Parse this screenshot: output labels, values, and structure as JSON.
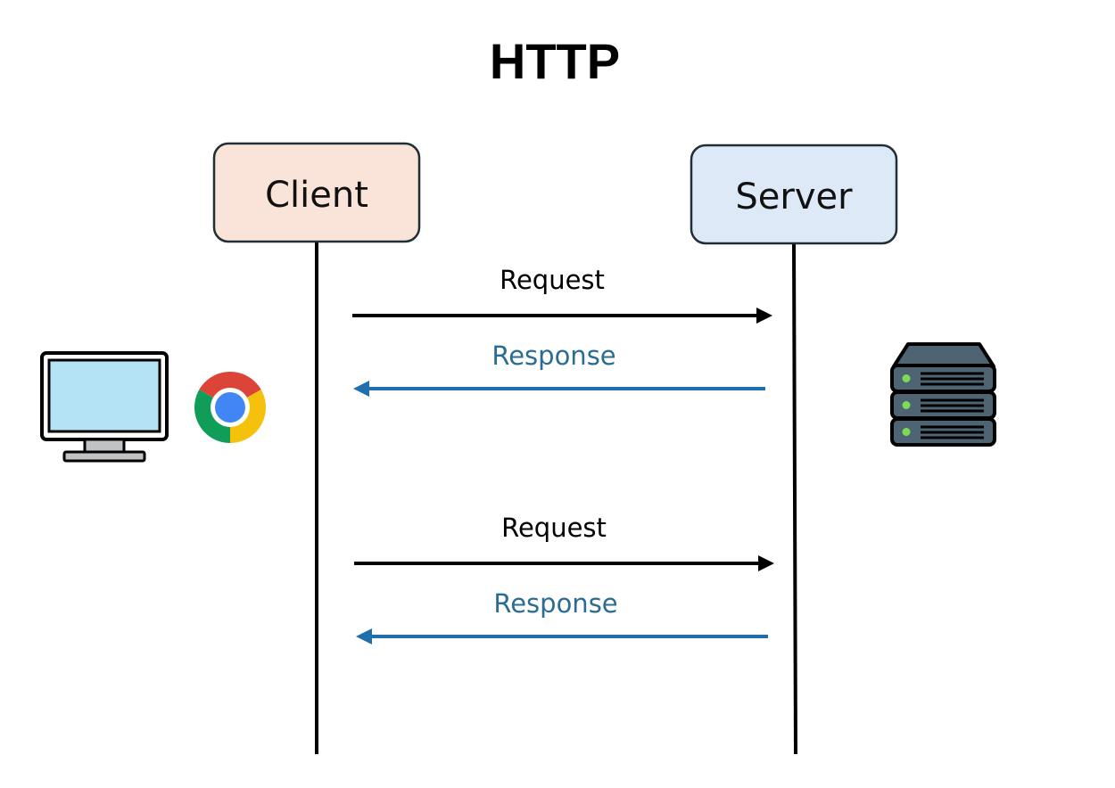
{
  "title": "HTTP",
  "actors": {
    "client": {
      "label": "Client",
      "fill": "#fae3d9",
      "icons": [
        "monitor-icon",
        "chrome-icon"
      ]
    },
    "server": {
      "label": "Server",
      "fill": "#dee9f7",
      "icons": [
        "server-icon"
      ]
    }
  },
  "messages": [
    {
      "label": "Request",
      "direction": "client-to-server",
      "color": "#000000"
    },
    {
      "label": "Response",
      "direction": "server-to-client",
      "color": "#1f6fae",
      "text_color": "#2a6c92"
    },
    {
      "label": "Request",
      "direction": "client-to-server",
      "color": "#000000"
    },
    {
      "label": "Response",
      "direction": "server-to-client",
      "color": "#1f6fae",
      "text_color": "#2a6c92"
    }
  ]
}
